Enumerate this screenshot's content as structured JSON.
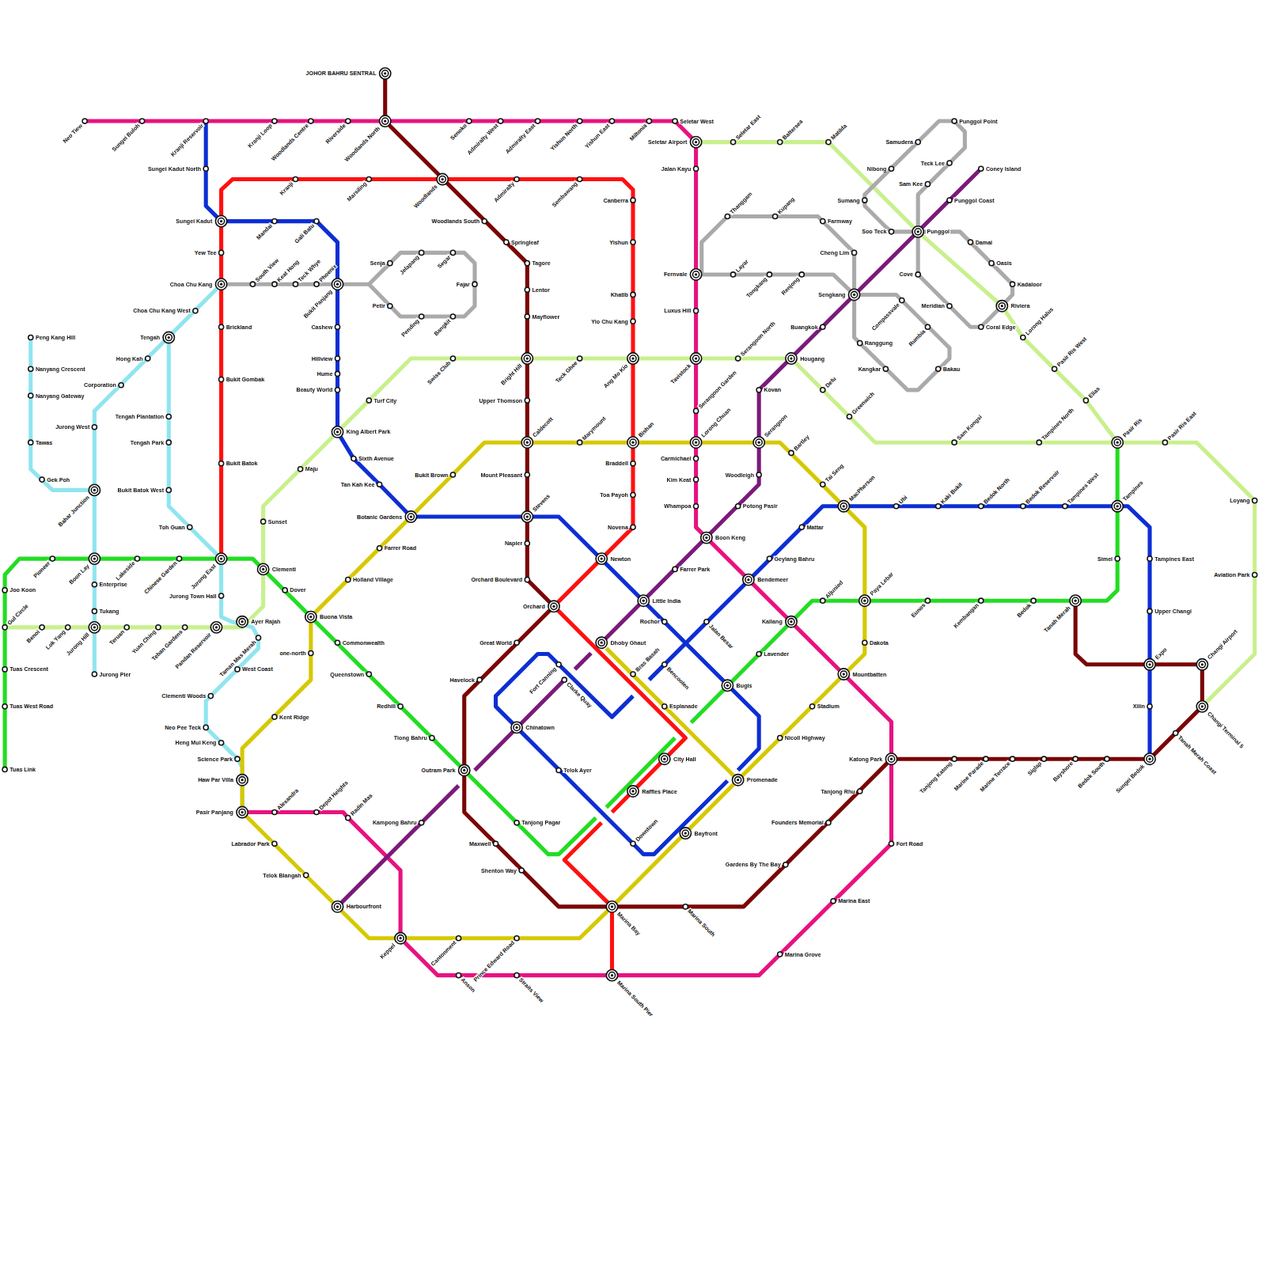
{
  "diagram": {
    "labels": [
      "Neo Tiew",
      "Sungei Buloh",
      "Kranji Reservoir",
      "Kranji Loop",
      "Woodlands Centre",
      "Riverside",
      "Woodlands North",
      "JOHOR BAHRU SENTRAL",
      "Senoko",
      "Admiralty West",
      "Admiralty East",
      "Yishun North",
      "Yishun East",
      "Miltonia",
      "Seletar West",
      "Seletar Airport",
      "Jalan Kayu",
      "Fernvale",
      "Luxus Hill",
      "Tavistock",
      "Serangoon Garden",
      "Lorong Chuan",
      "Carmichael",
      "Kim Keat",
      "Whampoa",
      "Boon Keng",
      "Kallang",
      "Mountbatten",
      "Katong Park",
      "Fort Road",
      "Marina East",
      "Marina Grove",
      "Straits View",
      "Anson",
      "Keppel",
      "Radin Mas",
      "Depot Heights",
      "Alexandra",
      "Pasir Panjang",
      "Woodlands",
      "Woodlands South",
      "Springleaf",
      "Tagore",
      "Lentor",
      "Mayflower",
      "Bright Hill",
      "Upper Thomson",
      "Caldecott",
      "Mount Pleasant",
      "Stevens",
      "Napier",
      "Orchard Boulevard",
      "Orchard",
      "Great World",
      "Havelock",
      "Outram Park",
      "Maxwell",
      "Shenton Way",
      "Marina Bay",
      "Marina South",
      "Gardens By The Bay",
      "Founders Memorial",
      "Tanjong Rhu",
      "Tanjong Katong",
      "Marine Parade",
      "Marine Terrace",
      "Siglap",
      "Bayshore",
      "Bedok South",
      "Sungei Bedok",
      "Tanah Merah Coast",
      "Changi Terminal 5",
      "Changi Airport",
      "Tanah Merah",
      "Expo",
      "Jurong East",
      "Bukit Batok",
      "Bukit Gombak",
      "Brickland",
      "Choa Chu Kang",
      "Yew Tee",
      "Sungei Kadut",
      "Kranji",
      "Marsiling",
      "Admiralty",
      "Sembawang",
      "Canberra",
      "Yishun",
      "Khatib",
      "Yio Chu Kang",
      "Ang Mo Kio",
      "Bishan",
      "Braddell",
      "Toa Payoh",
      "Novena",
      "Newton",
      "City Hall",
      "Raffles Place",
      "Marina South Pier",
      "Sungei Kadut North",
      "Mandai",
      "Gali Batu",
      "Bukit Panjang",
      "Cashew",
      "Hillview",
      "Hume",
      "Beauty World",
      "King Albert Park",
      "Sixth Avenue",
      "Tan Kah Kee",
      "Botanic Gardens",
      "Little India",
      "Rochor",
      "Bugis",
      "Promenade",
      "Bayfront",
      "Downtown",
      "Telok Ayer",
      "Chinatown",
      "Fort Canning",
      "Bencoolen",
      "Mattar",
      "Geylang Bahru",
      "Bendemeer",
      "Jalan Besar",
      "MacPherson",
      "Ubi",
      "Kaki Bukit",
      "Bedok North",
      "Bedok Reservoir",
      "Tampines West",
      "Tampines",
      "Tampines East",
      "Upper Changi",
      "Xilin",
      "Tuas Link",
      "Tuas West Road",
      "Tuas Crescent",
      "Gul Circle",
      "Joo Koon",
      "Pioneer",
      "Boon Lay",
      "Lakeside",
      "Chinese Garden",
      "Clementi",
      "Dover",
      "Buona Vista",
      "Commonwealth",
      "Queenstown",
      "Redhill",
      "Tiong Bahru",
      "Tanjong Pagar",
      "Lavender",
      "Aljunied",
      "Paya Lebar",
      "Eunos",
      "Kembangan",
      "Bedok",
      "Simei",
      "Pasir Ris",
      "Peng Kang Hill",
      "Nanyang Crescent",
      "Nanyang Gateway",
      "Tawas",
      "Gek Poh",
      "Bahar Junction",
      "Jurong West",
      "Corporation",
      "Hong Kah",
      "Tengah",
      "Choa Chu Kang West",
      "Enterprise",
      "Tukang",
      "Jurong Hill",
      "Jurong Pier",
      "Tengah Plantation",
      "Tengah Park",
      "Bukit Batok West",
      "Toh Guan",
      "Jurong Town Hall",
      "Ayer Rajah",
      "Taman Mas Merah",
      "West Coast",
      "Clementi Woods",
      "Neo Pee Teck",
      "Heng Mui Keng",
      "Science Park",
      "Haw Par Villa",
      "Benoi",
      "Lok Yang",
      "Teruan",
      "Yuan Ching",
      "Teban Gardens",
      "Pandan Reservoir",
      "Sunset",
      "Maju",
      "Turf City",
      "Swiss Club",
      "Teck Ghee",
      "Serangoon North",
      "Hougang",
      "Defu",
      "Greenwich",
      "Sam Kongsi",
      "Tampines North",
      "Pasir Ris East",
      "Loyang",
      "Aviation Park",
      "Elias",
      "Pasir Ris West",
      "Lorong Halus",
      "Riviera",
      "Punggol",
      "Matilda",
      "Battersea",
      "Seletar East",
      "Kent Ridge",
      "one-north",
      "Holland Village",
      "Farrer Road",
      "Bukit Brown",
      "Marymount",
      "Serangoon",
      "Bartley",
      "Tai Seng",
      "Dakota",
      "Stadium",
      "Nicoll Highway",
      "Dhoby Ghaut",
      "Bras Basah",
      "Esplanade",
      "Prince Edward Road",
      "Cantonment",
      "Harbourfront",
      "Telok Blangah",
      "Labrador Park",
      "Kampong Bahru",
      "Clarke Quay",
      "Farrer Park",
      "Potong Pasir",
      "Woodleigh",
      "Kovan",
      "Buangkok",
      "Sengkang",
      "Punggol Coast",
      "Coney Island",
      "South View",
      "Keat Hong",
      "Teck Whye",
      "Phoenix",
      "Senja",
      "Jelapang",
      "Segar",
      "Fajar",
      "Bangkit",
      "Pending",
      "Petir",
      "Cheng Lim",
      "Farmway",
      "Kupang",
      "Thanggam",
      "Layar",
      "Tongkang",
      "Renjong",
      "Compassvale",
      "Rumbia",
      "Bakau",
      "Kangkar",
      "Ranggung",
      "Sam Kee",
      "Teck Lee",
      "Punggol Point",
      "Samudera",
      "Nibong",
      "Sumang",
      "Soo Teck",
      "Damai",
      "Oasis",
      "Kadaloor",
      "Coral Edge",
      "Meridian",
      "Cove"
    ]
  }
}
